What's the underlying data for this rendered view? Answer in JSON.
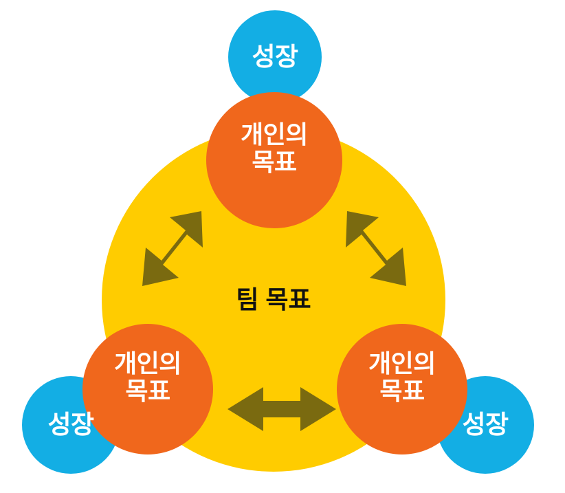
{
  "diagram": {
    "title_center": "팀 목표",
    "colors": {
      "background": "#FFFFFF",
      "team_circle": "#FFCC00",
      "personal_circle": "#F0671C",
      "growth_circle": "#13AEE4",
      "arrow": "#7A6A10",
      "center_text": "#111111",
      "circle_text": "#FFFFFF"
    },
    "center": {
      "label": "팀 목표"
    },
    "nodes": [
      {
        "id": "top",
        "personal_label": "개인의\n목표",
        "growth_label": "성장"
      },
      {
        "id": "bottom-left",
        "personal_label": "개인의\n목표",
        "growth_label": "성장"
      },
      {
        "id": "bottom-right",
        "personal_label": "개인의\n목표",
        "growth_label": "성장"
      }
    ],
    "arrows": [
      {
        "id": "left-arrow",
        "style": "double-headed",
        "orientation": "diagonal-up-right"
      },
      {
        "id": "right-arrow",
        "style": "double-headed",
        "orientation": "diagonal-up-left"
      },
      {
        "id": "bottom-arrow",
        "style": "double-headed",
        "orientation": "horizontal"
      }
    ]
  }
}
